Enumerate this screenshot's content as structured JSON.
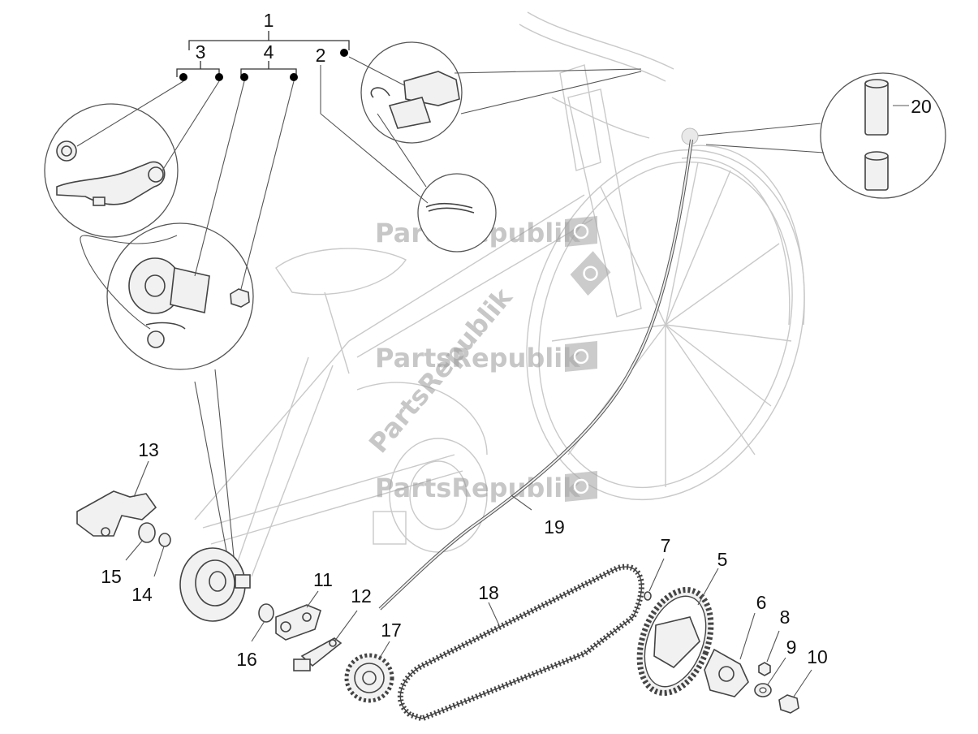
{
  "watermark": {
    "text": "PartsRepublik"
  },
  "callouts": {
    "c1": "1",
    "c2": "2",
    "c3": "3",
    "c4": "4",
    "c5": "5",
    "c6": "6",
    "c7": "7",
    "c8": "8",
    "c9": "9",
    "c10": "10",
    "c11": "11",
    "c12": "12",
    "c13": "13",
    "c14": "14",
    "c15": "15",
    "c16": "16",
    "c17": "17",
    "c18": "18",
    "c19": "19",
    "c20": "20"
  },
  "icons": {
    "watermark_badge": "gear-flag-icon",
    "kit_marker": "filled-dot-icon"
  }
}
